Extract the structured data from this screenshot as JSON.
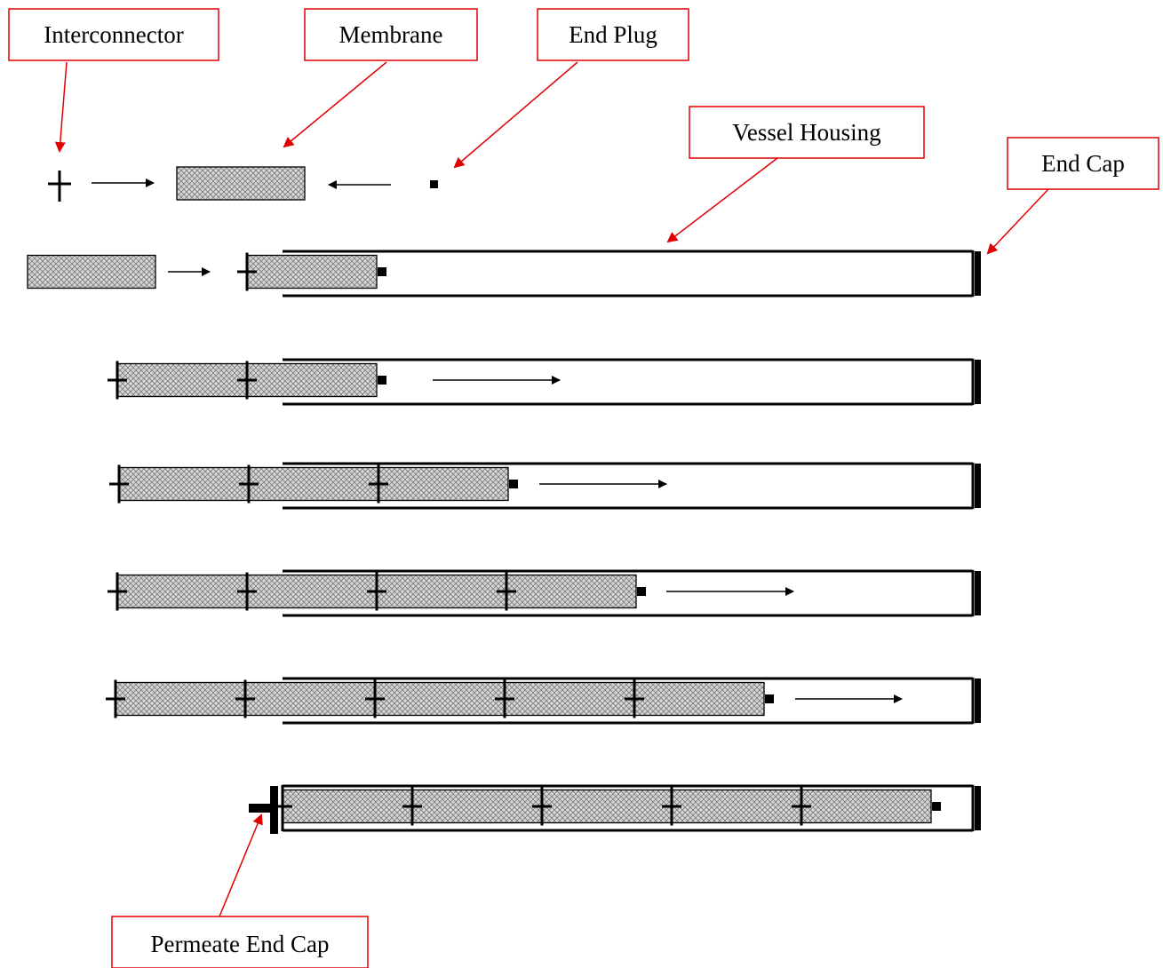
{
  "callouts": {
    "interconnector": "Interconnector",
    "membrane": "Membrane",
    "end_plug": "End Plug",
    "vessel_housing": "Vessel Housing",
    "end_cap": "End Cap",
    "permeate_end_cap": "Permeate End Cap"
  },
  "colors": {
    "callout_border": "#e00000",
    "leader_line": "#e00000",
    "membrane_fill": "#cfcfcf",
    "outline": "#000000"
  },
  "loading_steps": [
    {
      "step": 0,
      "membranes_loaded": 0
    },
    {
      "step": 1,
      "membranes_loaded": 1
    },
    {
      "step": 2,
      "membranes_loaded": 2
    },
    {
      "step": 3,
      "membranes_loaded": 3
    },
    {
      "step": 4,
      "membranes_loaded": 4
    },
    {
      "step": 5,
      "membranes_loaded": 5
    },
    {
      "step": 6,
      "membranes_loaded": 5
    }
  ]
}
